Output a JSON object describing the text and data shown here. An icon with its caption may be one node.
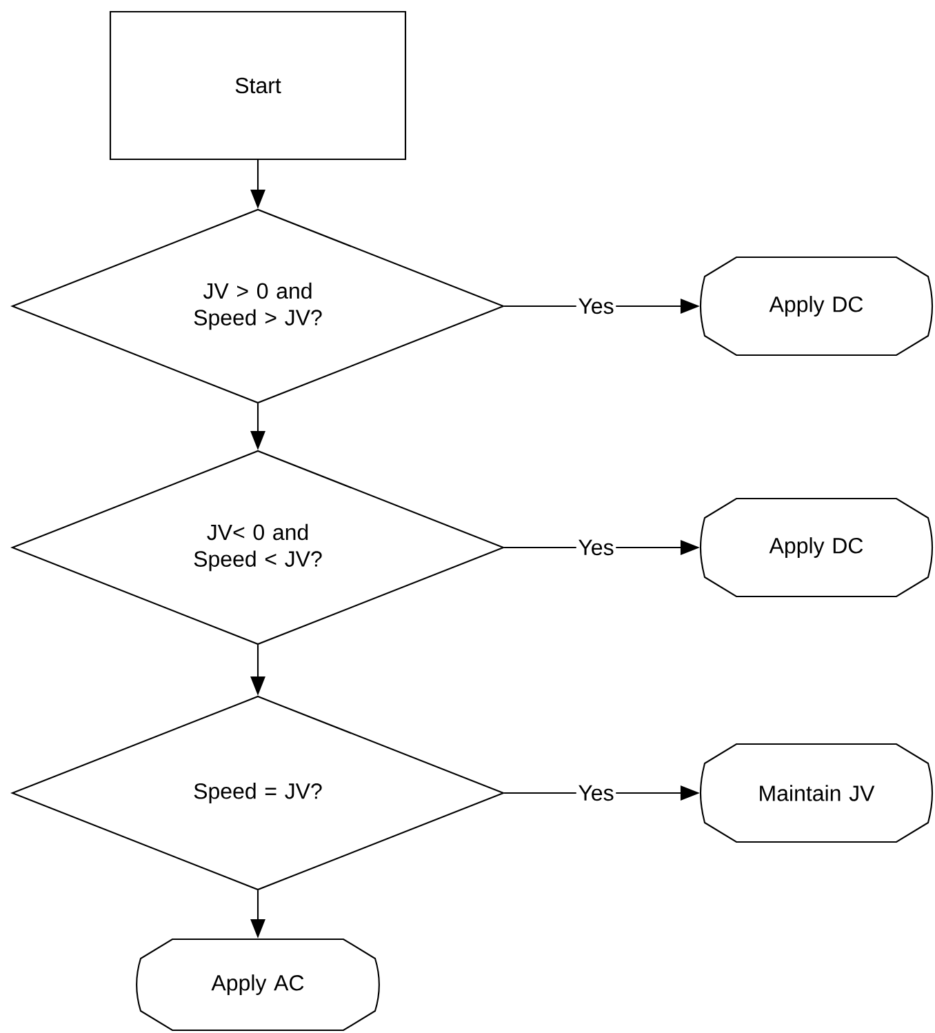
{
  "diagram": {
    "nodes": [
      {
        "text": [
          "Start"
        ]
      },
      {
        "text": [
          "JV > 0 and Speed > JV?"
        ]
      },
      {
        "text": [
          "JV< 0 and Speed < JV?"
        ]
      },
      {
        "text": [
          "Speed = JV?"
        ]
      },
      {
        "text": [
          "Apply DC"
        ]
      },
      {
        "text": [
          "Apply DC"
        ]
      },
      {
        "text": [
          "Maintain JV"
        ]
      },
      {
        "text": [
          "Apply AC"
        ]
      }
    ],
    "edges": [
      {
        "from": 0,
        "to": 1,
        "arrow": "to"
      },
      {
        "from": 1,
        "to": 4,
        "arrow": "to",
        "label": "Yes"
      },
      {
        "from": 1,
        "to": 2,
        "arrow": "to"
      },
      {
        "from": 2,
        "to": 5,
        "arrow": "to",
        "label": "Yes"
      },
      {
        "from": 2,
        "to": 3,
        "arrow": "to"
      },
      {
        "from": 3,
        "to": 6,
        "arrow": "to",
        "label": "Yes"
      },
      {
        "from": 3,
        "to": 7,
        "arrow": "to"
      }
    ]
  }
}
